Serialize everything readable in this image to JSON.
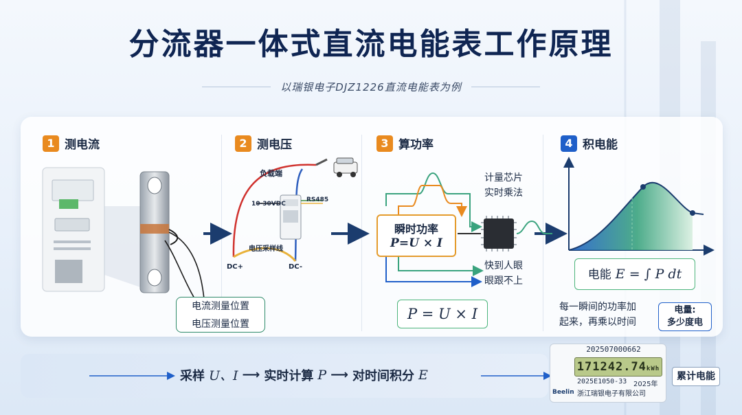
{
  "title": "分流器一体式直流电能表工作原理",
  "subtitle": "以瑞银电子DJZ1226直流电能表为例",
  "steps": [
    {
      "num": "1",
      "label": "测电流"
    },
    {
      "num": "2",
      "label": "测电压"
    },
    {
      "num": "3",
      "label": "算功率"
    },
    {
      "num": "4",
      "label": "积电能"
    }
  ],
  "step1": {
    "callout_current": "电流测量位置",
    "callout_voltage": "电压测量位置"
  },
  "step2": {
    "load_end": "负载端",
    "rs485": "RS485",
    "supply": "10-30VDC",
    "sampling_wire": "电压采样线",
    "dc_plus": "DC+",
    "dc_minus": "DC-"
  },
  "step3": {
    "box_title": "瞬时功率",
    "box_formula": "P=U × I",
    "chip_label_1": "计量芯片",
    "chip_label_2": "实时乘法",
    "note_1": "快到人眼",
    "note_2": "眼跟不上",
    "formula": "P = U × I"
  },
  "step4": {
    "energy_label": "电能",
    "energy_formula": "E = ∫ P dt",
    "desc_1": "每一瞬间的功率加",
    "desc_2": "起来，再乘以时间",
    "unit_1": "电量:",
    "unit_2": "多少度电"
  },
  "flow": {
    "part1": "采样",
    "part1_math": "U、I",
    "part2": "实时计算",
    "part2_math": "P",
    "part3": "对时间积分",
    "part3_math": "E"
  },
  "meter": {
    "serial": "202507000662",
    "display": "171242.74",
    "display_unit": "kWh",
    "cert": "2025E1050-33",
    "year": "2025年",
    "company": "浙江瑞银电子有限公司",
    "brand": "Beelin"
  },
  "cumulative_label": "累计电能",
  "colors": {
    "orange": "#e98a1f",
    "blue": "#1f5fc9",
    "green": "#2f8b6a",
    "title": "#0f2552"
  }
}
